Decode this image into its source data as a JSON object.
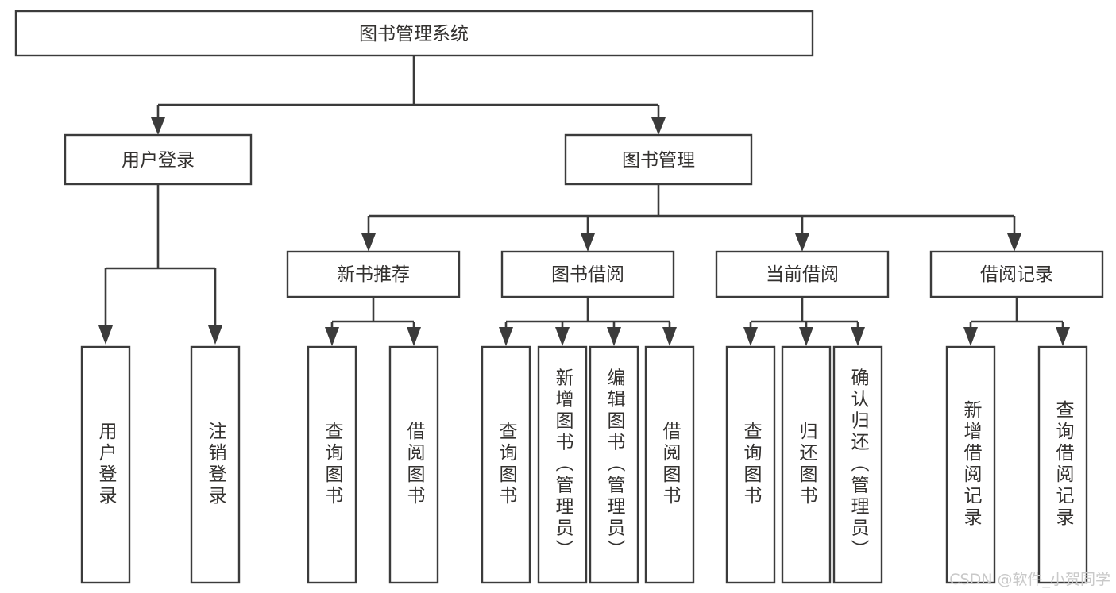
{
  "diagram": {
    "type": "tree-flowchart",
    "title": "图书管理系统",
    "watermark": "CSDN @软件_小贺同学",
    "colors": {
      "stroke": "#3b3b3b",
      "fill": "#ffffff",
      "text": "#33312f",
      "watermark": "#c9c9c9"
    },
    "nodes": {
      "root": {
        "label": "图书管理系统",
        "orientation": "horizontal"
      },
      "level2": [
        {
          "id": "user-login",
          "label": "用户登录",
          "orientation": "horizontal"
        },
        {
          "id": "book-manage",
          "label": "图书管理",
          "orientation": "horizontal"
        }
      ],
      "level3": [
        {
          "id": "new-book-recommend",
          "label": "新书推荐",
          "orientation": "horizontal"
        },
        {
          "id": "book-borrow",
          "label": "图书借阅",
          "orientation": "horizontal"
        },
        {
          "id": "current-borrow",
          "label": "当前借阅",
          "orientation": "horizontal"
        },
        {
          "id": "borrow-record",
          "label": "借阅记录",
          "orientation": "horizontal"
        }
      ],
      "leaves": {
        "user-login": [
          {
            "id": "leaf-user-login",
            "label": "用户登录",
            "orientation": "vertical"
          },
          {
            "id": "leaf-logout",
            "label": "注销登录",
            "orientation": "vertical"
          }
        ],
        "new-book-recommend": [
          {
            "id": "leaf-query-book-1",
            "label": "查询图书",
            "orientation": "vertical"
          },
          {
            "id": "leaf-borrow-book-1",
            "label": "借阅图书",
            "orientation": "vertical"
          }
        ],
        "book-borrow": [
          {
            "id": "leaf-query-book-2",
            "label": "查询图书",
            "orientation": "vertical"
          },
          {
            "id": "leaf-add-book",
            "label": "新增图书（管理员）",
            "orientation": "vertical"
          },
          {
            "id": "leaf-edit-book",
            "label": "编辑图书（管理员）",
            "orientation": "vertical"
          },
          {
            "id": "leaf-borrow-book-2",
            "label": "借阅图书",
            "orientation": "vertical"
          }
        ],
        "current-borrow": [
          {
            "id": "leaf-query-book-3",
            "label": "查询图书",
            "orientation": "vertical"
          },
          {
            "id": "leaf-return-book",
            "label": "归还图书",
            "orientation": "vertical"
          },
          {
            "id": "leaf-confirm-return",
            "label": "确认归还（管理员）",
            "orientation": "vertical"
          }
        ],
        "borrow-record": [
          {
            "id": "leaf-add-record",
            "label": "新增借阅记录",
            "orientation": "vertical"
          },
          {
            "id": "leaf-query-record",
            "label": "查询借阅记录",
            "orientation": "vertical"
          }
        ]
      }
    }
  }
}
